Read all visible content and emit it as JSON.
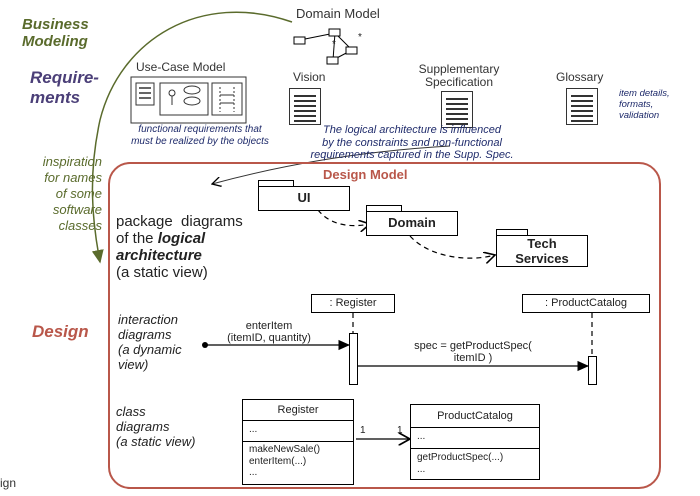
{
  "left_labels": {
    "business_modeling": "Business\nModeling",
    "requirements": "Require-\nments",
    "inspiration": "inspiration\nfor names\nof some\nsoftware\nclasses",
    "design": "Design",
    "cut_word": "ign"
  },
  "domain_model": {
    "title": "Domain Model",
    "star1": "*",
    "star2": "*"
  },
  "requirements_artifacts": {
    "use_case_model": "Use-Case Model",
    "vision": "Vision",
    "supplementary": "Supplementary\nSpecification",
    "glossary": "Glossary",
    "glossary_note": "item details,\nformats,\nvalidation",
    "use_case_note": "functional requirements that\nmust be realized by the objects",
    "supp_note": "The logical architecture is influenced\nby the constraints and non-functional\nrequirements captured in the Supp. Spec."
  },
  "design_model": {
    "title": "Design Model",
    "package_label_plain": "package  diagrams\nof the ",
    "package_label_bold": "logical\narchitecture",
    "package_label_tail": "(a static view)",
    "packages": [
      "UI",
      "Domain",
      "Tech\nServices"
    ],
    "interaction_label": "interaction\ndiagrams\n(a dynamic\nview)",
    "lifeline_register": ": Register",
    "lifeline_catalog": ": ProductCatalog",
    "message1": "enterItem\n(itemID, quantity)",
    "message2": "spec = getProductSpec(\nitemID )",
    "class_label": "class\ndiagrams\n(a static view)",
    "class_register": {
      "name": "Register",
      "attrs": "...",
      "ops": "makeNewSale()\nenterItem(...)\n..."
    },
    "class_catalog": {
      "name": "ProductCatalog",
      "attrs": "...",
      "ops": "getProductSpec(...)\n..."
    },
    "mult_left": "1",
    "mult_right": "1"
  },
  "colors": {
    "business_green": "#5a6b2c",
    "requirements_purple": "#4b3f78",
    "design_red": "#b9574a",
    "note_blue": "#1f2b6b"
  }
}
